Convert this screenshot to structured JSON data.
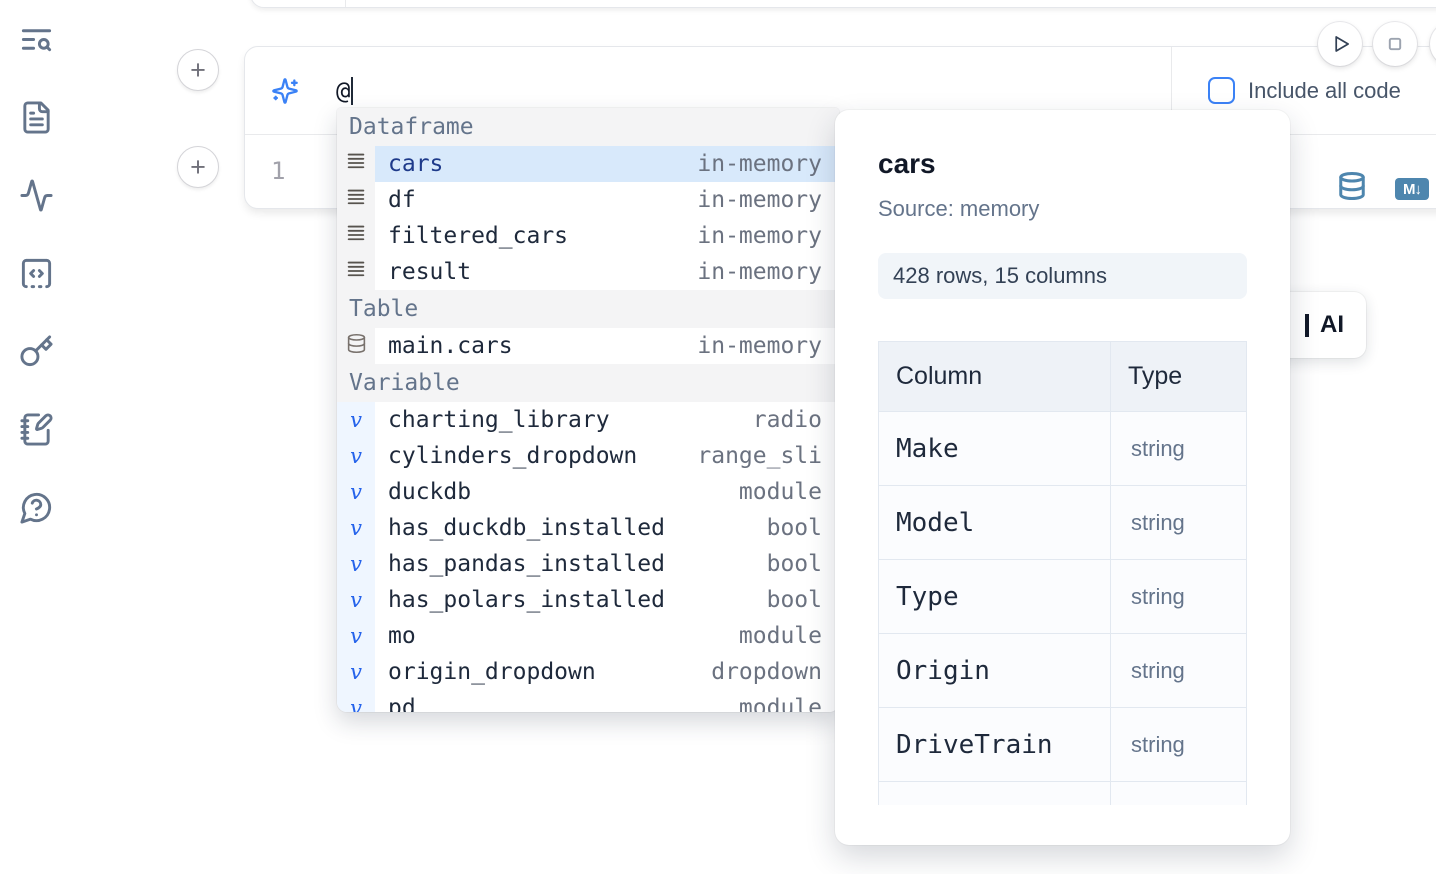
{
  "sidebar": {
    "icons": [
      {
        "name": "text-search-icon"
      },
      {
        "name": "file-text-icon"
      },
      {
        "name": "activity-icon"
      },
      {
        "name": "scratchpad-code-icon"
      },
      {
        "name": "key-icon"
      },
      {
        "name": "notebook-pen-icon"
      },
      {
        "name": "help-chat-icon"
      }
    ]
  },
  "run_controls": {
    "play_icon": "play-icon",
    "stop_icon": "stop-icon"
  },
  "cell": {
    "add_cell_label": "+",
    "ai_prompt": {
      "value": "@"
    },
    "include_all_code_label": "Include all code",
    "line_number": "1",
    "markdown_badge": "M↓",
    "database_icon": "database-icon",
    "sparkle_icon": "ai-sparkles-icon"
  },
  "completion": {
    "sections": [
      {
        "label": "Dataframe",
        "items": [
          {
            "name": "cars",
            "type": "in-memory",
            "selected": true
          },
          {
            "name": "df",
            "type": "in-memory"
          },
          {
            "name": "filtered_cars",
            "type": "in-memory"
          },
          {
            "name": "result",
            "type": "in-memory"
          }
        ]
      },
      {
        "label": "Table",
        "items": [
          {
            "name": "main.cars",
            "type": "in-memory"
          }
        ]
      },
      {
        "label": "Variable",
        "items": [
          {
            "name": "charting_library",
            "type": "radio"
          },
          {
            "name": "cylinders_dropdown",
            "type": "range_sli"
          },
          {
            "name": "duckdb",
            "type": "module"
          },
          {
            "name": "has_duckdb_installed",
            "type": "bool"
          },
          {
            "name": "has_pandas_installed",
            "type": "bool"
          },
          {
            "name": "has_polars_installed",
            "type": "bool"
          },
          {
            "name": "mo",
            "type": "module"
          },
          {
            "name": "origin_dropdown",
            "type": "dropdown"
          },
          {
            "name": "pd",
            "type": "module"
          }
        ]
      }
    ]
  },
  "preview": {
    "title": "cars",
    "source_label": "Source: memory",
    "shape_badge": "428 rows, 15 columns",
    "table": {
      "headers": [
        "Column",
        "Type"
      ],
      "rows": [
        [
          "Make",
          "string"
        ],
        [
          "Model",
          "string"
        ],
        [
          "Type",
          "string"
        ],
        [
          "Origin",
          "string"
        ],
        [
          "DriveTrain",
          "string"
        ]
      ]
    }
  },
  "ai_button_label": "AI",
  "colors": {
    "accent_blue": "#3b82f6",
    "steel_blue": "#4e86ae",
    "selected_row_bg": "#d8e9fb",
    "section_header_bg": "#f4f4f5",
    "variable_gutter_bg": "#eff6ff"
  }
}
